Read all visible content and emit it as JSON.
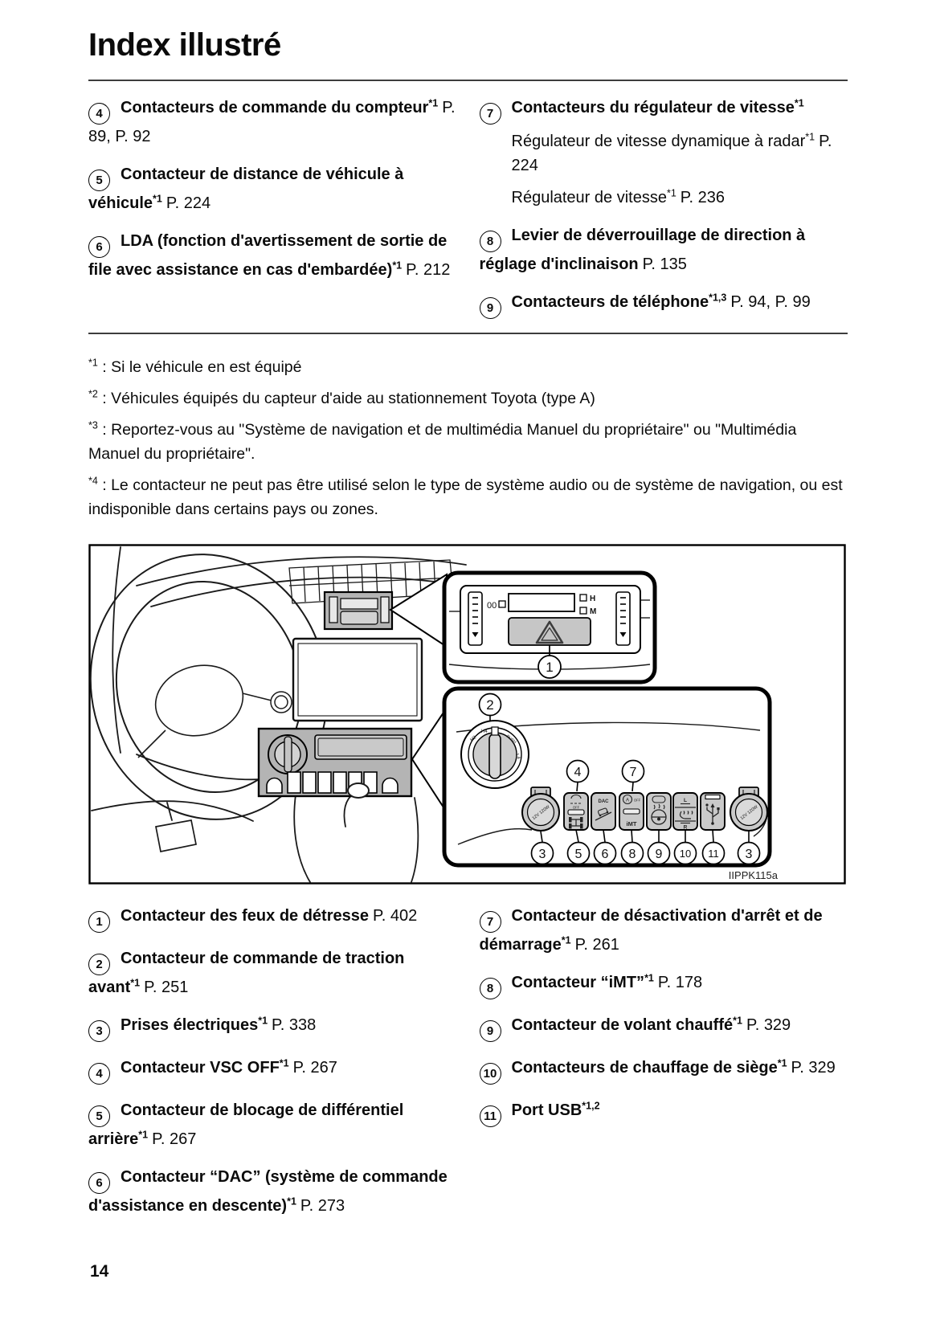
{
  "page": {
    "title": "Index illustré",
    "number": "14"
  },
  "top": {
    "left": [
      {
        "num": "4",
        "name": "Contacteurs de commande du compteur",
        "sup": "*1",
        "ref": "P. 89, P. 92"
      },
      {
        "num": "5",
        "name": "Contacteur de distance de véhicule à véhicule",
        "sup": "*1",
        "ref": "P. 224"
      },
      {
        "num": "6",
        "name": "LDA (fonction d'avertissement de sortie de file avec assistance en cas d'embardée)",
        "sup": "*1",
        "ref": "P. 212"
      }
    ],
    "right": [
      {
        "num": "7",
        "name": "Contacteurs du régulateur de vitesse",
        "sup": "*1",
        "ref": "",
        "subs": [
          {
            "text": "Régulateur de vitesse dynamique à radar",
            "sup": "*1",
            "ref": "P. 224"
          },
          {
            "text": "Régulateur de vitesse",
            "sup": "*1",
            "ref": "P. 236"
          }
        ]
      },
      {
        "num": "8",
        "name": "Levier de déverrouillage de direction à réglage d'inclinaison",
        "sup": "",
        "ref": "P. 135"
      },
      {
        "num": "9",
        "name": "Contacteurs de téléphone",
        "sup": "*1,3",
        "ref": "P. 94, P. 99"
      }
    ]
  },
  "footnotes": [
    {
      "marker": "*1",
      "text": " : Si le véhicule en est équipé"
    },
    {
      "marker": "*2",
      "text": " : Véhicules équipés du capteur d'aide au stationnement Toyota (type A)"
    },
    {
      "marker": "*3",
      "text": " : Reportez-vous au \"Système de navigation et de multimédia Manuel du propriétaire\" ou \"Multimédia Manuel du propriétaire\"."
    },
    {
      "marker": "*4",
      "text": " : Le contacteur ne peut pas être utilisé selon le type de système audio ou de système de navigation, ou est indisponible dans certains pays ou zones."
    }
  ],
  "figure": {
    "code": "IIPPK115a",
    "callout1": "1",
    "callout2": "2",
    "above": [
      "4",
      "7"
    ],
    "below": [
      "3",
      "5",
      "6",
      "8",
      "9",
      "10",
      "11",
      "3"
    ],
    "labels": {
      "h": "H",
      "m": "M",
      "zero": "00",
      "off": "OFF",
      "dac": "DAC",
      "a": "A",
      "imt": "iMT",
      "l": "L",
      "r": "R",
      "outlet_left": "12V 120W",
      "outlet_right": "12V 120W",
      "h2": "H2",
      "h4": "H4",
      "l4": "L4",
      "push": "PUSH"
    }
  },
  "bottom": {
    "left": [
      {
        "num": "1",
        "name": "Contacteur des feux de détresse",
        "sup": "",
        "ref": "P. 402"
      },
      {
        "num": "2",
        "name": "Contacteur de commande de traction avant",
        "sup": "*1",
        "ref": "P. 251"
      },
      {
        "num": "3",
        "name": "Prises électriques",
        "sup": "*1",
        "ref": "P. 338"
      },
      {
        "num": "4",
        "name": "Contacteur VSC OFF",
        "sup": "*1",
        "ref": "P. 267"
      },
      {
        "num": "5",
        "name": "Contacteur de blocage de différentiel arrière",
        "sup": "*1",
        "ref": "P. 267"
      },
      {
        "num": "6",
        "name": "Contacteur “DAC” (système de commande d'assistance en descente)",
        "sup": "*1",
        "ref": "P. 273"
      }
    ],
    "right": [
      {
        "num": "7",
        "name": "Contacteur de désactivation d'arrêt et de démarrage",
        "sup": "*1",
        "ref": "P. 261"
      },
      {
        "num": "8",
        "name": "Contacteur “iMT”",
        "sup": "*1",
        "ref": "P. 178"
      },
      {
        "num": "9",
        "name": "Contacteur de volant chauffé",
        "sup": "*1",
        "ref": "P. 329"
      },
      {
        "num": "10",
        "name": "Contacteurs de chauffage de siège",
        "sup": "*1",
        "ref": "P. 329"
      },
      {
        "num": "11",
        "name": "Port USB",
        "sup": "*1,2",
        "ref": ""
      }
    ]
  }
}
